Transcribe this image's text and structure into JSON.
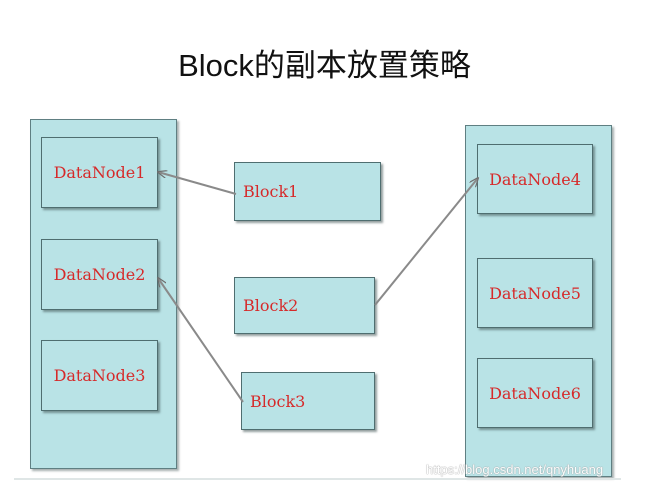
{
  "title": "Block的副本放置策略",
  "left_rack": {
    "nodes": [
      "DataNode1",
      "DataNode2",
      "DataNode3"
    ]
  },
  "right_rack": {
    "nodes": [
      "DataNode4",
      "DataNode5",
      "DataNode6"
    ]
  },
  "blocks": [
    "Block1",
    "Block2",
    "Block3"
  ],
  "edges": [
    {
      "from": "Block1",
      "to": "DataNode1"
    },
    {
      "from": "Block2",
      "to": "DataNode4"
    },
    {
      "from": "Block3",
      "to": "DataNode2"
    }
  ],
  "watermark": "https://blog.csdn.net/qnyhuang",
  "colors": {
    "box_fill": "#b9e3e6",
    "label_text": "#d62a2a",
    "arrow": "#8a8a8a"
  }
}
